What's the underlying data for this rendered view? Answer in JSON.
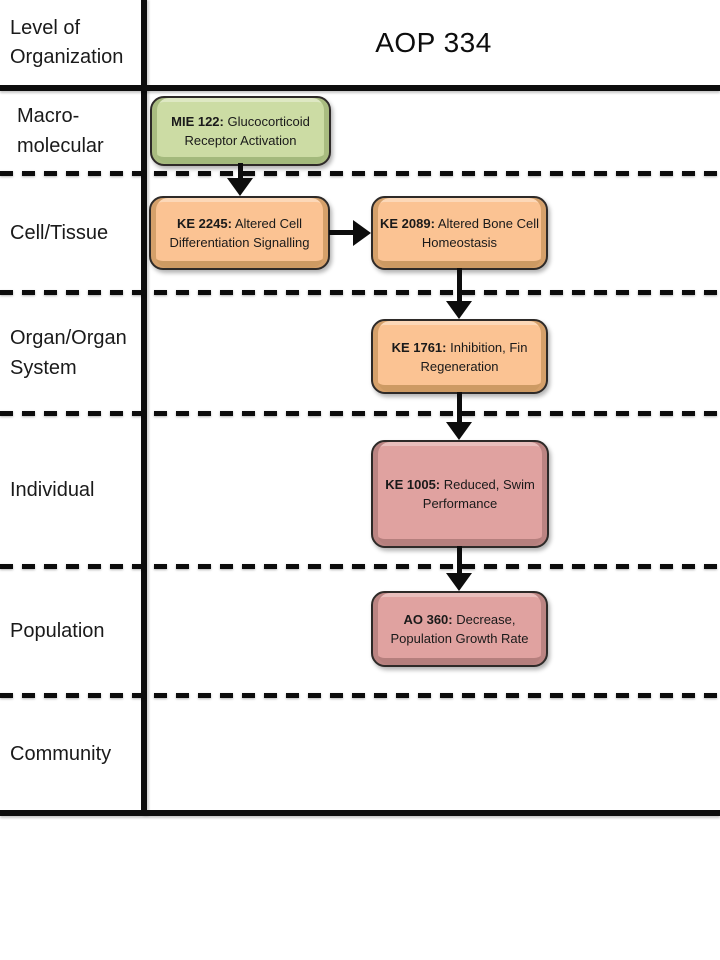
{
  "header": {
    "column_title_lines": [
      "Level of",
      "Organization"
    ],
    "diagram_title": "AOP 334"
  },
  "levels": [
    {
      "name": "Macro-molecular",
      "lines": [
        "Macro-",
        "molecular"
      ]
    },
    {
      "name": "Cell/Tissue",
      "lines": [
        "Cell/Tissue"
      ]
    },
    {
      "name": "Organ/Organ System",
      "lines": [
        "Organ/Organ",
        "System"
      ]
    },
    {
      "name": "Individual",
      "lines": [
        "Individual"
      ]
    },
    {
      "name": "Population",
      "lines": [
        "Population"
      ]
    },
    {
      "name": "Community",
      "lines": [
        "Community"
      ]
    }
  ],
  "nodes": [
    {
      "id": "MIE 122:",
      "label": "Glucocorticoid Receptor Activation",
      "kind": "MIE",
      "level": "Macro-molecular",
      "fill": "#ccdca4"
    },
    {
      "id": "KE 2245:",
      "label": "Altered Cell Differentiation Signalling",
      "kind": "KE",
      "level": "Cell/Tissue",
      "fill": "#fbc393"
    },
    {
      "id": "KE 2089:",
      "label": "Altered Bone Cell Homeostasis",
      "kind": "KE",
      "level": "Cell/Tissue",
      "fill": "#fbc393"
    },
    {
      "id": "KE 1761:",
      "label": "Inhibition, Fin Regeneration",
      "kind": "KE",
      "level": "Organ/Organ System",
      "fill": "#fbc393"
    },
    {
      "id": "KE 1005:",
      "label": "Reduced, Swim Performance",
      "kind": "KE",
      "level": "Individual",
      "fill": "#e0a2a0"
    },
    {
      "id": "AO 360:",
      "label": "Decrease, Population Growth Rate",
      "kind": "AO",
      "level": "Population",
      "fill": "#e0a2a0"
    }
  ],
  "edges": [
    {
      "from": "MIE 122",
      "to": "KE 2245"
    },
    {
      "from": "KE 2245",
      "to": "KE 2089"
    },
    {
      "from": "KE 2089",
      "to": "KE 1761"
    },
    {
      "from": "KE 1761",
      "to": "KE 1005"
    },
    {
      "from": "KE 1005",
      "to": "AO 360"
    }
  ],
  "colors": {
    "mie_fill": "#ccdca4",
    "mie_bevel": "#a3b97c",
    "ke_fill": "#fbc393",
    "ke_bevel": "#cd9a63",
    "ao_fill": "#e0a2a0",
    "ao_bevel": "#b57f7d",
    "node_border": "#2e2a28",
    "line_color": "#0d0d0d",
    "background": "#ffffff"
  }
}
